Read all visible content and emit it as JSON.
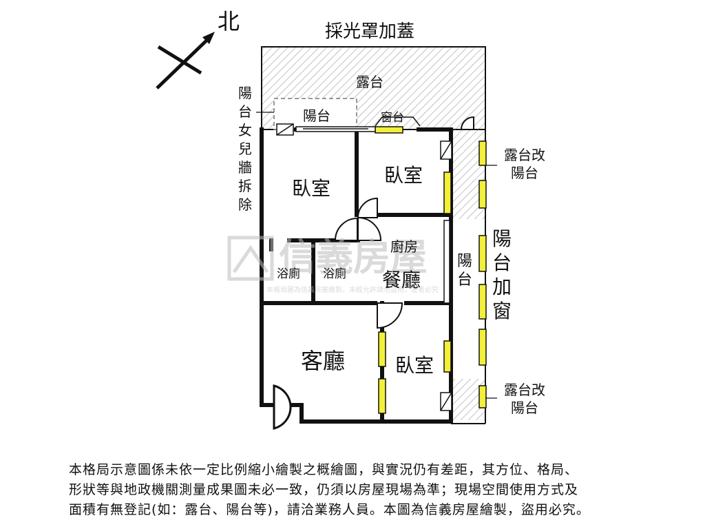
{
  "north": {
    "label": "北"
  },
  "labels": {
    "top_title": "採光罩加蓋",
    "terrace": "露台",
    "balcony_small": "陽台",
    "window_sill": "窗台",
    "parapet_note": [
      "陽",
      "台",
      "女",
      "兒",
      "牆",
      "拆",
      "除"
    ],
    "bedroom_1": "臥室",
    "bedroom_2": "臥室",
    "bedroom_3": "臥室",
    "bath_1": "浴廁",
    "bath_2": "浴廁",
    "kitchen": "廚房",
    "dining": "餐廳",
    "living": "客廳",
    "balcony_mid": [
      "陽",
      "台"
    ],
    "terrace_to_balcony_1": [
      "露台改",
      "陽台"
    ],
    "terrace_to_balcony_2": [
      "露台改",
      "陽台"
    ],
    "balcony_window": [
      "陽",
      "台",
      "加",
      "窗"
    ]
  },
  "watermark": {
    "brand": "信義房屋",
    "notice": "本格局圖為信義房屋繪製，未經允許請勿盜用，違者必究"
  },
  "colors": {
    "wall": "#111111",
    "window_fill": "#f2f03a",
    "hatch": "#9a9a9a",
    "watermark": "#bdbdbd"
  },
  "disclaimer": [
    "本格局示意圖係未依一定比例縮小繪製之概繪圖，與實況仍有差距，其方位、格局、",
    "形狀等與地政機關測量成果圖未必一致，仍須以房屋現場為準；現場空間使用方式及",
    "面積有無登記(如：露台、陽台等)，請洽業務人員。本圖為信義房屋繪製，盜用必究。"
  ]
}
